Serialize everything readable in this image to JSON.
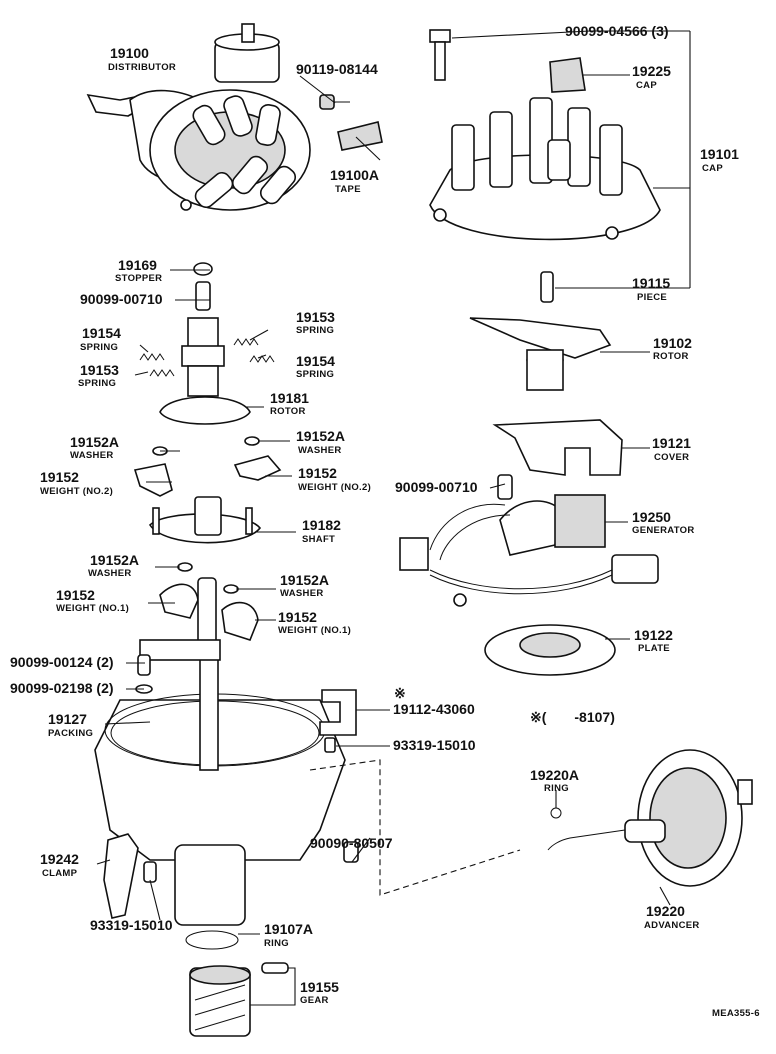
{
  "diagram_code": "MEA355-6",
  "note": {
    "mark": "※",
    "range": "※(　　-8107)"
  },
  "parts": [
    {
      "id": "p19100",
      "number": "19100",
      "name": "DISTRIBUTOR"
    },
    {
      "id": "p90119_08144",
      "number": "90119-08144",
      "name": ""
    },
    {
      "id": "p19100A",
      "number": "19100A",
      "name": "TAPE"
    },
    {
      "id": "p90099_04566",
      "number": "90099-04566 (3)",
      "name": ""
    },
    {
      "id": "p19225",
      "number": "19225",
      "name": "CAP"
    },
    {
      "id": "p19101",
      "number": "19101",
      "name": "CAP"
    },
    {
      "id": "p19115",
      "number": "19115",
      "name": "PIECE"
    },
    {
      "id": "p19169",
      "number": "19169",
      "name": "STOPPER"
    },
    {
      "id": "p90099_00710a",
      "number": "90099-00710",
      "name": ""
    },
    {
      "id": "p19154a",
      "number": "19154",
      "name": "SPRING"
    },
    {
      "id": "p19153a",
      "number": "19153",
      "name": "SPRING"
    },
    {
      "id": "p19154b",
      "number": "19154",
      "name": "SPRING"
    },
    {
      "id": "p19153b",
      "number": "19153",
      "name": "SPRING"
    },
    {
      "id": "p19181",
      "number": "19181",
      "name": "ROTOR"
    },
    {
      "id": "p19102",
      "number": "19102",
      "name": "ROTOR"
    },
    {
      "id": "p19152Aa",
      "number": "19152A",
      "name": "WASHER"
    },
    {
      "id": "p19152Ab",
      "number": "19152A",
      "name": "WASHER"
    },
    {
      "id": "p19152a",
      "number": "19152",
      "name": "WEIGHT (NO.2)"
    },
    {
      "id": "p19152b",
      "number": "19152",
      "name": "WEIGHT (NO.2)"
    },
    {
      "id": "p19121",
      "number": "19121",
      "name": "COVER"
    },
    {
      "id": "p90099_00710b",
      "number": "90099-00710",
      "name": ""
    },
    {
      "id": "p19182",
      "number": "19182",
      "name": "SHAFT"
    },
    {
      "id": "p19250",
      "number": "19250",
      "name": "GENERATOR"
    },
    {
      "id": "p19152Ac",
      "number": "19152A",
      "name": "WASHER"
    },
    {
      "id": "p19152Ad",
      "number": "19152A",
      "name": "WASHER"
    },
    {
      "id": "p19152c",
      "number": "19152",
      "name": "WEIGHT (NO.1)"
    },
    {
      "id": "p19152d",
      "number": "19152",
      "name": "WEIGHT (NO.1)"
    },
    {
      "id": "p19122",
      "number": "19122",
      "name": "PLATE"
    },
    {
      "id": "p90099_00124",
      "number": "90099-00124 (2)",
      "name": ""
    },
    {
      "id": "p90099_02198",
      "number": "90099-02198 (2)",
      "name": ""
    },
    {
      "id": "p19112",
      "number": "19112-43060",
      "name": ""
    },
    {
      "id": "p19127",
      "number": "19127",
      "name": "PACKING"
    },
    {
      "id": "p93319_15010a",
      "number": "93319-15010",
      "name": ""
    },
    {
      "id": "p19220A",
      "number": "19220A",
      "name": "RING"
    },
    {
      "id": "p90090_80507",
      "number": "90090-80507",
      "name": ""
    },
    {
      "id": "p19242",
      "number": "19242",
      "name": "CLAMP"
    },
    {
      "id": "p93319_15010b",
      "number": "93319-15010",
      "name": ""
    },
    {
      "id": "p19220",
      "number": "19220",
      "name": "ADVANCER"
    },
    {
      "id": "p19107A",
      "number": "19107A",
      "name": "RING"
    },
    {
      "id": "p19155",
      "number": "19155",
      "name": "GEAR"
    }
  ]
}
